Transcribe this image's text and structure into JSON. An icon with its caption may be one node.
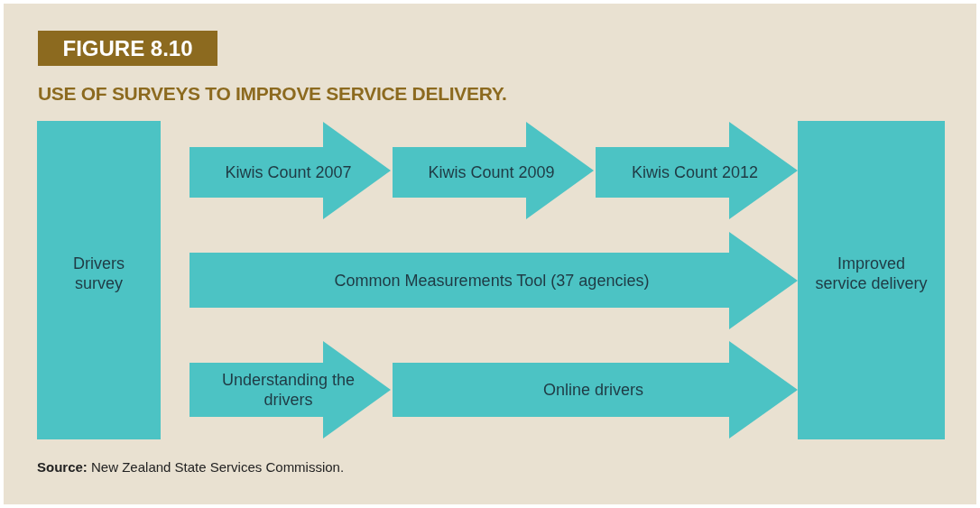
{
  "diagram": {
    "title": "USE OF SURVEYS TO IMPROVE SERVICE DELIVERY.",
    "caption": "**Source:** New Zealand State Services Commission.",
    "nodes": [
      {
        "text": [
          "Drivers survey"
        ]
      },
      {
        "text": [
          "Kiwis Count 2007"
        ]
      },
      {
        "text": [
          "Kiwis Count 2009"
        ]
      },
      {
        "text": [
          "Kiwis Count 2012"
        ]
      },
      {
        "text": [
          "Common Measurements Tool (37 agencies)"
        ]
      },
      {
        "text": [
          "Understanding the drivers"
        ]
      },
      {
        "text": [
          "Online drivers"
        ]
      },
      {
        "text": [
          "Improved service delivery"
        ]
      }
    ],
    "labels": [
      "FIGURE 8.10"
    ]
  }
}
